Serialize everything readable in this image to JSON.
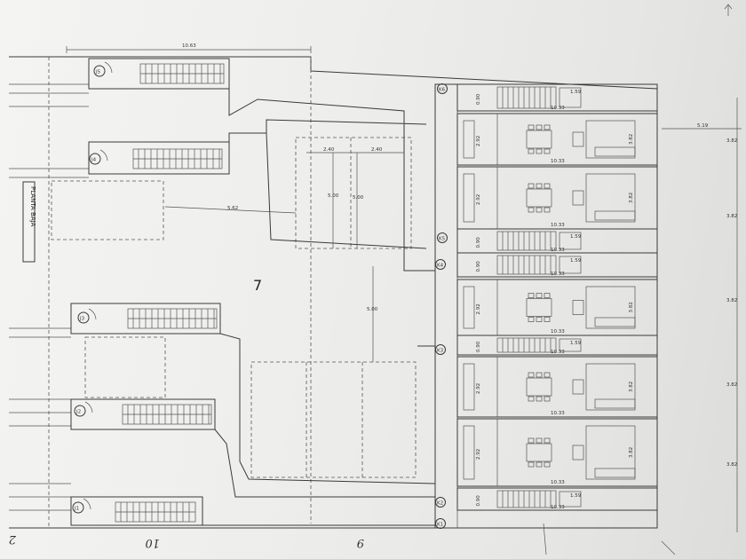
{
  "sheet_label": "PLANTA BAJA",
  "lot_number": "7",
  "parking_labels": [
    "J5",
    "J4",
    "J3",
    "J2",
    "J1"
  ],
  "unit_markers": [
    "K6",
    "K5",
    "K4",
    "K3",
    "K2",
    "K1"
  ],
  "dimensions": {
    "top_width": "10.63",
    "bay_a": "2.40",
    "bay_b": "2.40",
    "depth_a": "5.00",
    "depth_b": "5.00",
    "span": "5.62",
    "mid_depth": "5.00",
    "unit_length": "10.33",
    "stair_width": "0.90",
    "unit_width": "2.92",
    "bath_width": "1.59",
    "terrace_depth": "5.19",
    "room_width": "3.82"
  },
  "handwritten": [
    "2",
    "10",
    "9"
  ]
}
